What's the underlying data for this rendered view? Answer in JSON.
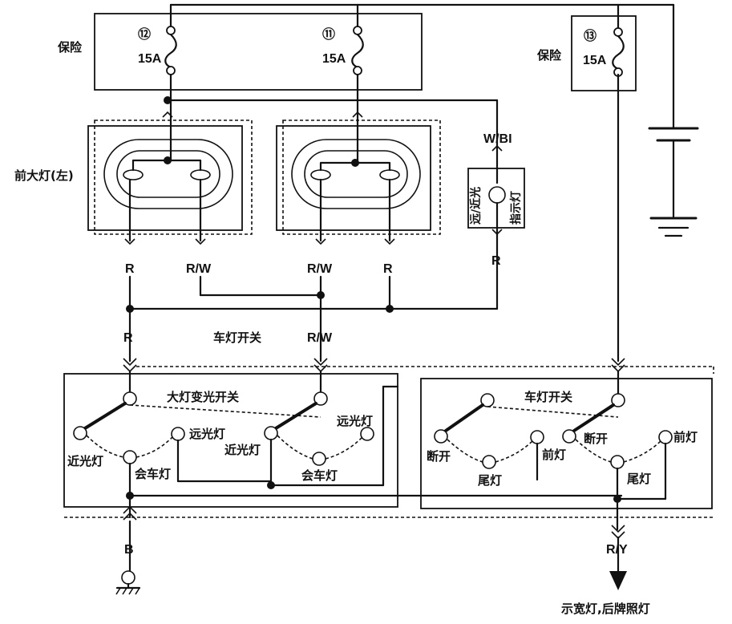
{
  "fuses": {
    "f12": {
      "num": "⑫",
      "rating": "15A"
    },
    "f11": {
      "num": "⑪",
      "rating": "15A"
    },
    "f13": {
      "num": "⑬",
      "rating": "15A"
    },
    "fuse_label": "保险"
  },
  "headlamp_left_label": "前大灯(左)",
  "indicator": {
    "label_a": "远/近光",
    "label_b": "指示灯",
    "wire_top": "W/BI",
    "wire_bottom": "R"
  },
  "wires": {
    "r1": "R",
    "rw1": "R/W",
    "rw2": "R/W",
    "r2": "R",
    "r3": "R",
    "rw3": "R/W",
    "b": "B",
    "ry": "R/Y"
  },
  "switch_title_top": "车灯开关",
  "dimmer_switch": {
    "title": "大灯变光开关",
    "low_left": "近光灯",
    "pass_left": "会车灯",
    "high_mid": "远光灯",
    "low_mid": "近光灯",
    "pass_right": "会车灯",
    "high_right": "远光灯"
  },
  "light_switch": {
    "title": "车灯开关",
    "off_left": "断开",
    "tail_left": "尾灯",
    "head_left": "前灯",
    "off_right": "断开",
    "tail_right": "尾灯",
    "head_right": "前灯"
  },
  "output_label": "示宽灯,后牌照灯"
}
